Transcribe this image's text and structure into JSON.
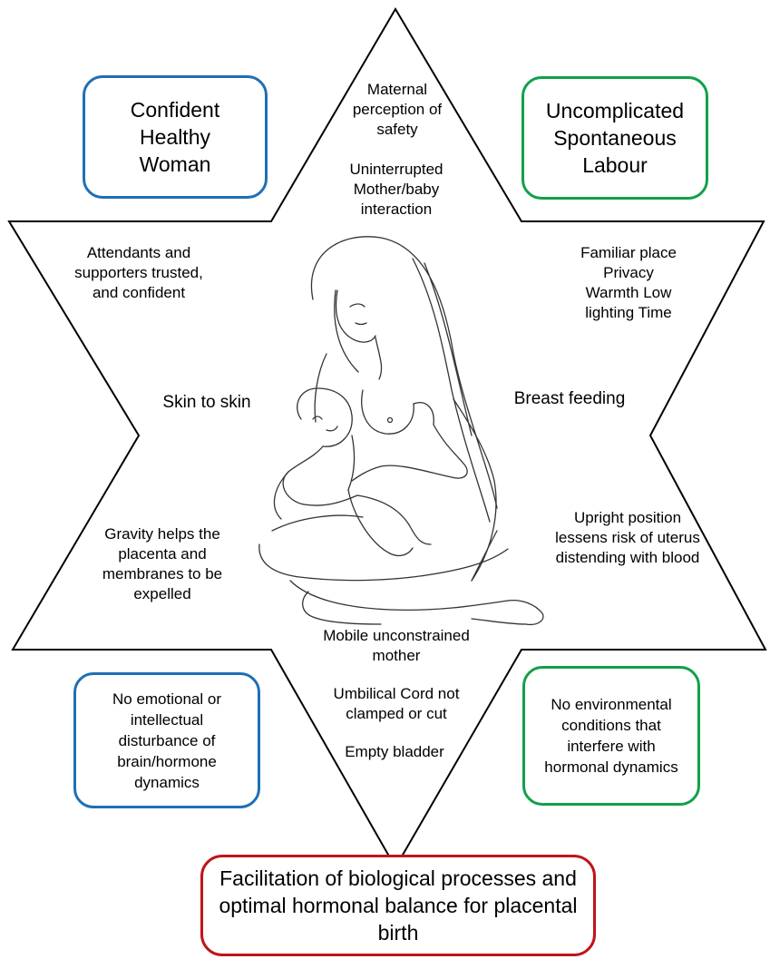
{
  "colors": {
    "blue": "#1f6fb5",
    "green": "#12a049",
    "red": "#c0141a",
    "outline": "#000000"
  },
  "icon": "mother-breastfeeding-sketch",
  "corner_boxes": {
    "top_left": "Confident Healthy Woman",
    "top_right": "Uncomplicated Spontaneous Labour",
    "bottom_left": "No emotional or intellectual disturbance of brain/hormone dynamics",
    "bottom_right": "No environmental conditions that interfere with hormonal dynamics"
  },
  "outcome": "Facilitation of biological processes and optimal hormonal balance  for placental birth",
  "star_texts": {
    "top_point_1": "Maternal perception of safety",
    "top_point_2": "Uninterrupted Mother/baby interaction",
    "upper_left": "Attendants and supporters trusted, and confident",
    "upper_right": "Familiar place Privacy Warmth Low lighting Time",
    "left_middle": "Skin to skin",
    "right_middle": "Breast feeding",
    "lower_left": "Gravity helps the placenta and membranes to be expelled",
    "lower_right": "Upright position lessens risk of uterus distending with blood",
    "bottom_point_1": "Mobile unconstrained mother",
    "bottom_point_2": "Umbilical Cord not clamped or cut",
    "bottom_point_3": "Empty bladder"
  }
}
